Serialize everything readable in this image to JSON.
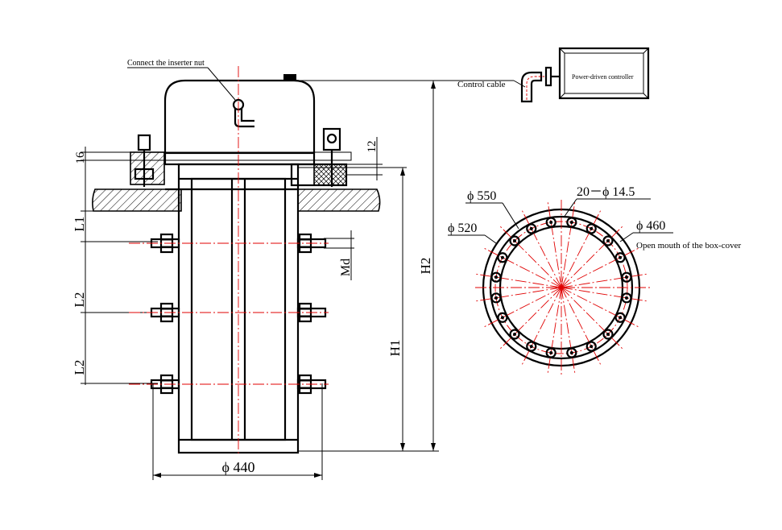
{
  "labels": {
    "connect_nut": "Connect the inserter nut",
    "control_cable": "Control cable",
    "controller": "Power-driven controller",
    "phi550": "ϕ 550",
    "phi520": "ϕ 520",
    "holes": "20－ϕ 14.5",
    "phi460": "ϕ 460",
    "open_mouth": "Open mouth of the box-cover",
    "phi440": "ϕ 440",
    "dim16": "16",
    "dim12": "12",
    "dimL1": "L1",
    "dimL2a": "L2",
    "dimL2b": "L2",
    "dimMd": "Md",
    "dimH1": "H1",
    "dimH2": "H2"
  },
  "bolt_circle": {
    "hole_count": 20
  }
}
